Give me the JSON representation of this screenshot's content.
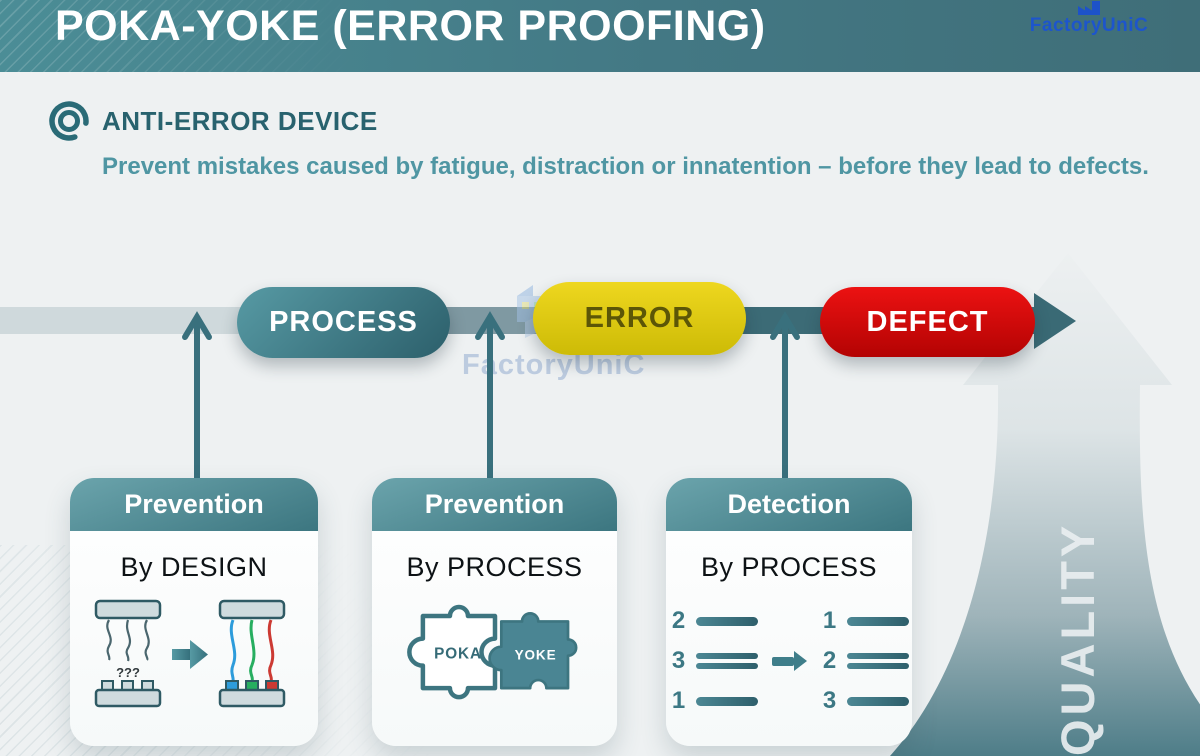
{
  "header": {
    "title": "POKA-YOKE (ERROR PROOFING)"
  },
  "brand": {
    "logo_text": "FactoryUniC"
  },
  "watermark": {
    "text": "FactoryUniC"
  },
  "intro": {
    "heading": "ANTI-ERROR DEVICE",
    "description": "Prevent mistakes caused by fatigue, distraction or innatention – before they lead to defects."
  },
  "flow": {
    "stages": [
      {
        "label": "PROCESS",
        "color": "#3d7c87"
      },
      {
        "label": "ERROR",
        "color": "#e0c90d"
      },
      {
        "label": "DEFECT",
        "color": "#d40909"
      }
    ]
  },
  "quality": {
    "label": "QUALITY"
  },
  "cards": [
    {
      "header": "Prevention",
      "method": "By DESIGN",
      "illustration": "wiring-connectors",
      "note": "???"
    },
    {
      "header": "Prevention",
      "method": "By PROCESS",
      "illustration": "puzzle-pieces",
      "puzzle_left": "POKA",
      "puzzle_right": "YOKE"
    },
    {
      "header": "Detection",
      "method": "By PROCESS",
      "illustration": "ordered-list",
      "before_order": [
        "2",
        "3",
        "1"
      ],
      "after_order": [
        "1",
        "2",
        "3"
      ]
    }
  ],
  "colors": {
    "header_teal": "#457f89",
    "accent_dark_teal": "#2a6b77",
    "subtitle_teal": "#4f96a3",
    "flow_dark": "#3c6b76",
    "background": "#eef1f2",
    "watermark_blue": "#b7c7dd",
    "logo_blue": "#1d55cc"
  }
}
